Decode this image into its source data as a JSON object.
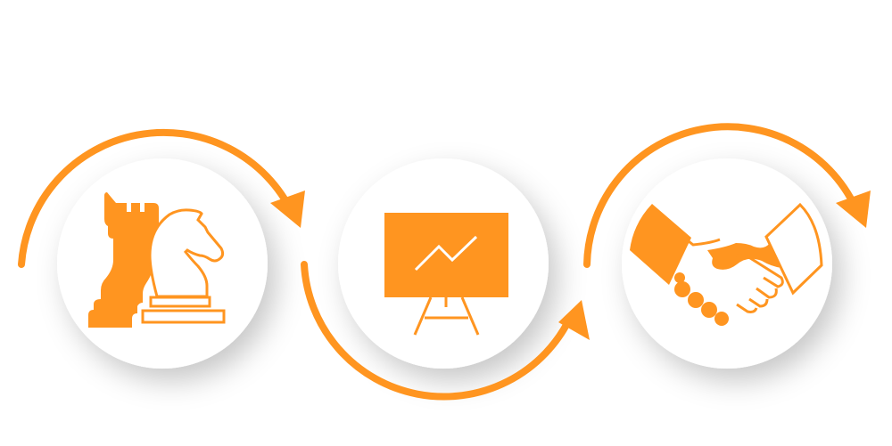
{
  "diagram": {
    "type": "process-flow",
    "steps": [
      {
        "icon": "chess-strategy-icon"
      },
      {
        "icon": "presentation-chart-icon"
      },
      {
        "icon": "handshake-icon"
      }
    ],
    "connectors": [
      {
        "icon": "curved-arrow-icon",
        "direction": "over-top"
      },
      {
        "icon": "curved-arrow-icon",
        "direction": "under-bottom"
      },
      {
        "icon": "curved-arrow-icon",
        "direction": "over-top"
      }
    ]
  },
  "colors": {
    "accent": "#FF9520",
    "circle": "#FFFFFF",
    "background": "#FFFFFF"
  }
}
